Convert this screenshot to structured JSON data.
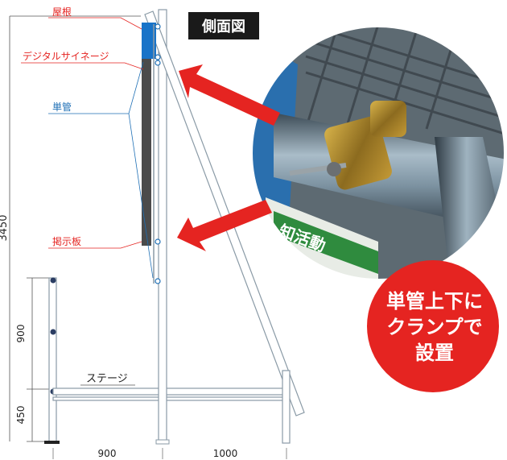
{
  "title": "側面図",
  "labels": {
    "roof": "屋根",
    "signage": "デジタルサイネージ",
    "single_pipe": "単管",
    "notice_board": "掲示板",
    "stage": "ステージ"
  },
  "dimensions": {
    "total_height": "3450",
    "upper_height": "900",
    "lower_height": "450",
    "left_width": "900",
    "right_width": "1000"
  },
  "callout": {
    "line1": "単管上下に",
    "line2": "クランプで",
    "line3": "設置"
  },
  "photo_sign_text": "知活動",
  "colors": {
    "red": "#e52421",
    "blue": "#1e6fb5",
    "dark_panel": "#4a4a4a",
    "roof_blue": "#1873c8",
    "frame": "#7a8a96"
  }
}
